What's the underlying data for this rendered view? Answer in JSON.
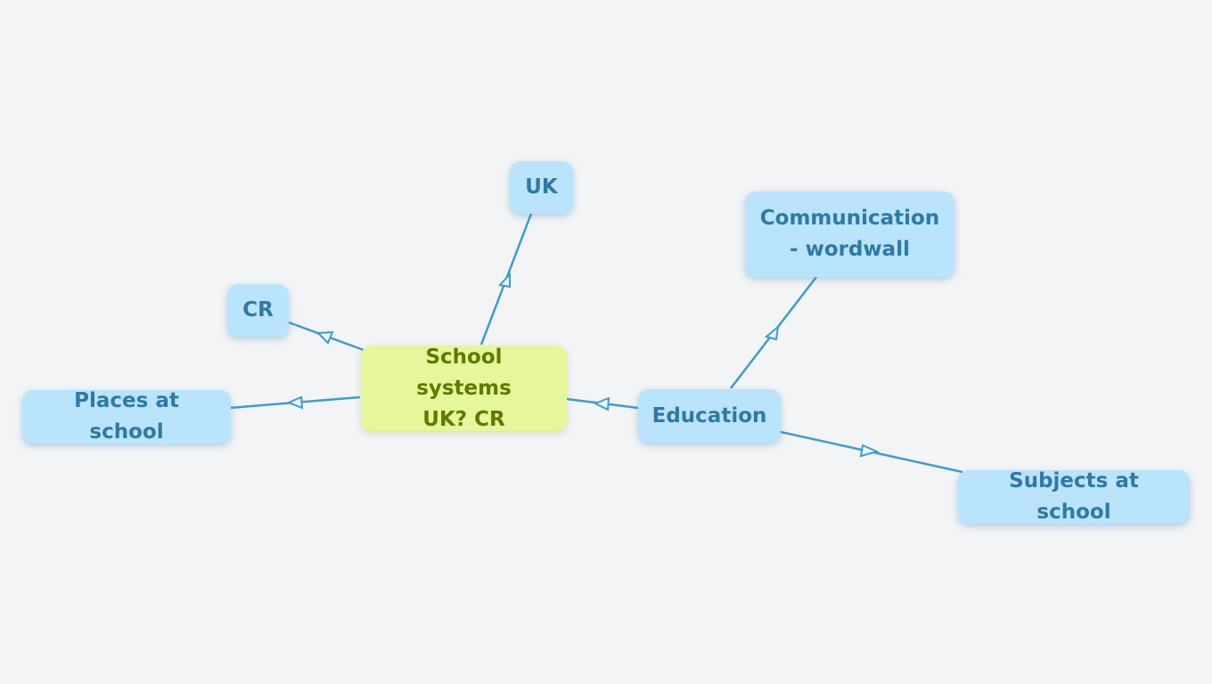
{
  "mindmap": {
    "root": {
      "lines": [
        "School systems",
        "UK? CR"
      ]
    },
    "nodes": {
      "uk": {
        "label": "UK"
      },
      "cr": {
        "label": "CR"
      },
      "places": {
        "label": "Places at school"
      },
      "education": {
        "label": "Education"
      },
      "communication": {
        "lines": [
          "Communication",
          "- wordwall"
        ]
      },
      "subjects": {
        "label": "Subjects at school"
      }
    },
    "edge_color": "#3f9bd0"
  }
}
